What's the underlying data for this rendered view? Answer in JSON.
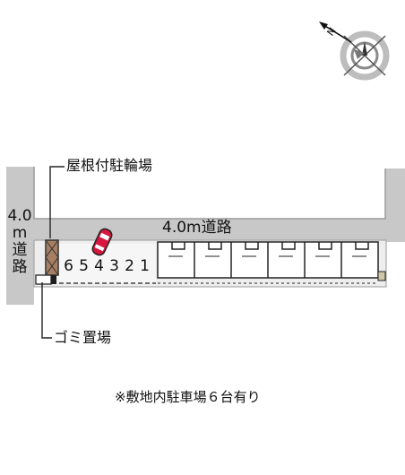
{
  "labels": {
    "roof_bicycle_parking": "屋根付駐輪場",
    "road_top": "4.0m道路",
    "road_left": "4.0m道路",
    "garbage": "ゴミ置場",
    "note": "※敷地内駐車場６台有り",
    "compass": "N"
  },
  "parking_slots": [
    "6",
    "5",
    "4",
    "3",
    "2",
    "1"
  ],
  "colors": {
    "road": "#c8c8c8",
    "road_edge": "#9a9a9a",
    "lot": "#eeeeee",
    "building_line": "#222222",
    "bike_shed": "#a77f62",
    "car": "#d9163d"
  }
}
